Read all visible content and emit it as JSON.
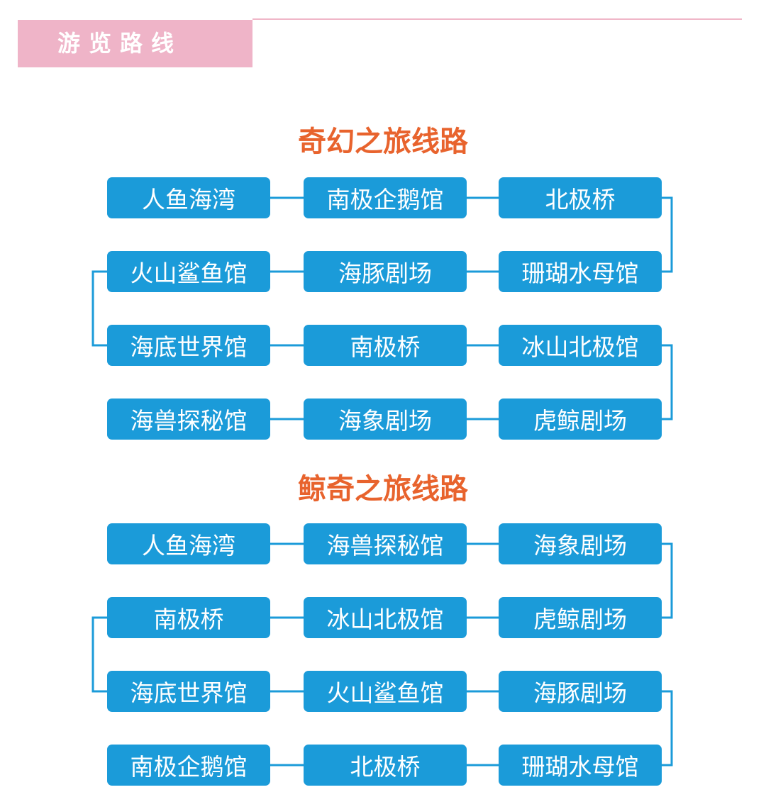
{
  "header": {
    "title": "游览路线"
  },
  "routes": [
    {
      "title": "奇幻之旅线路",
      "stops": [
        "人鱼海湾",
        "南极企鹅馆",
        "北极桥",
        "珊瑚水母馆",
        "海豚剧场",
        "火山鲨鱼馆",
        "海底世界馆",
        "南极桥",
        "冰山北极馆",
        "虎鲸剧场",
        "海象剧场",
        "海兽探秘馆"
      ]
    },
    {
      "title": "鲸奇之旅线路",
      "stops": [
        "人鱼海湾",
        "海兽探秘馆",
        "海象剧场",
        "虎鲸剧场",
        "冰山北极馆",
        "南极桥",
        "海底世界馆",
        "火山鲨鱼馆",
        "海豚剧场",
        "珊瑚水母馆",
        "北极桥",
        "南极企鹅馆"
      ]
    }
  ],
  "colors": {
    "node": "#1b9bd9",
    "connector": "#1b9bd9",
    "title": "#e8632d",
    "header": "#efb4c8"
  }
}
